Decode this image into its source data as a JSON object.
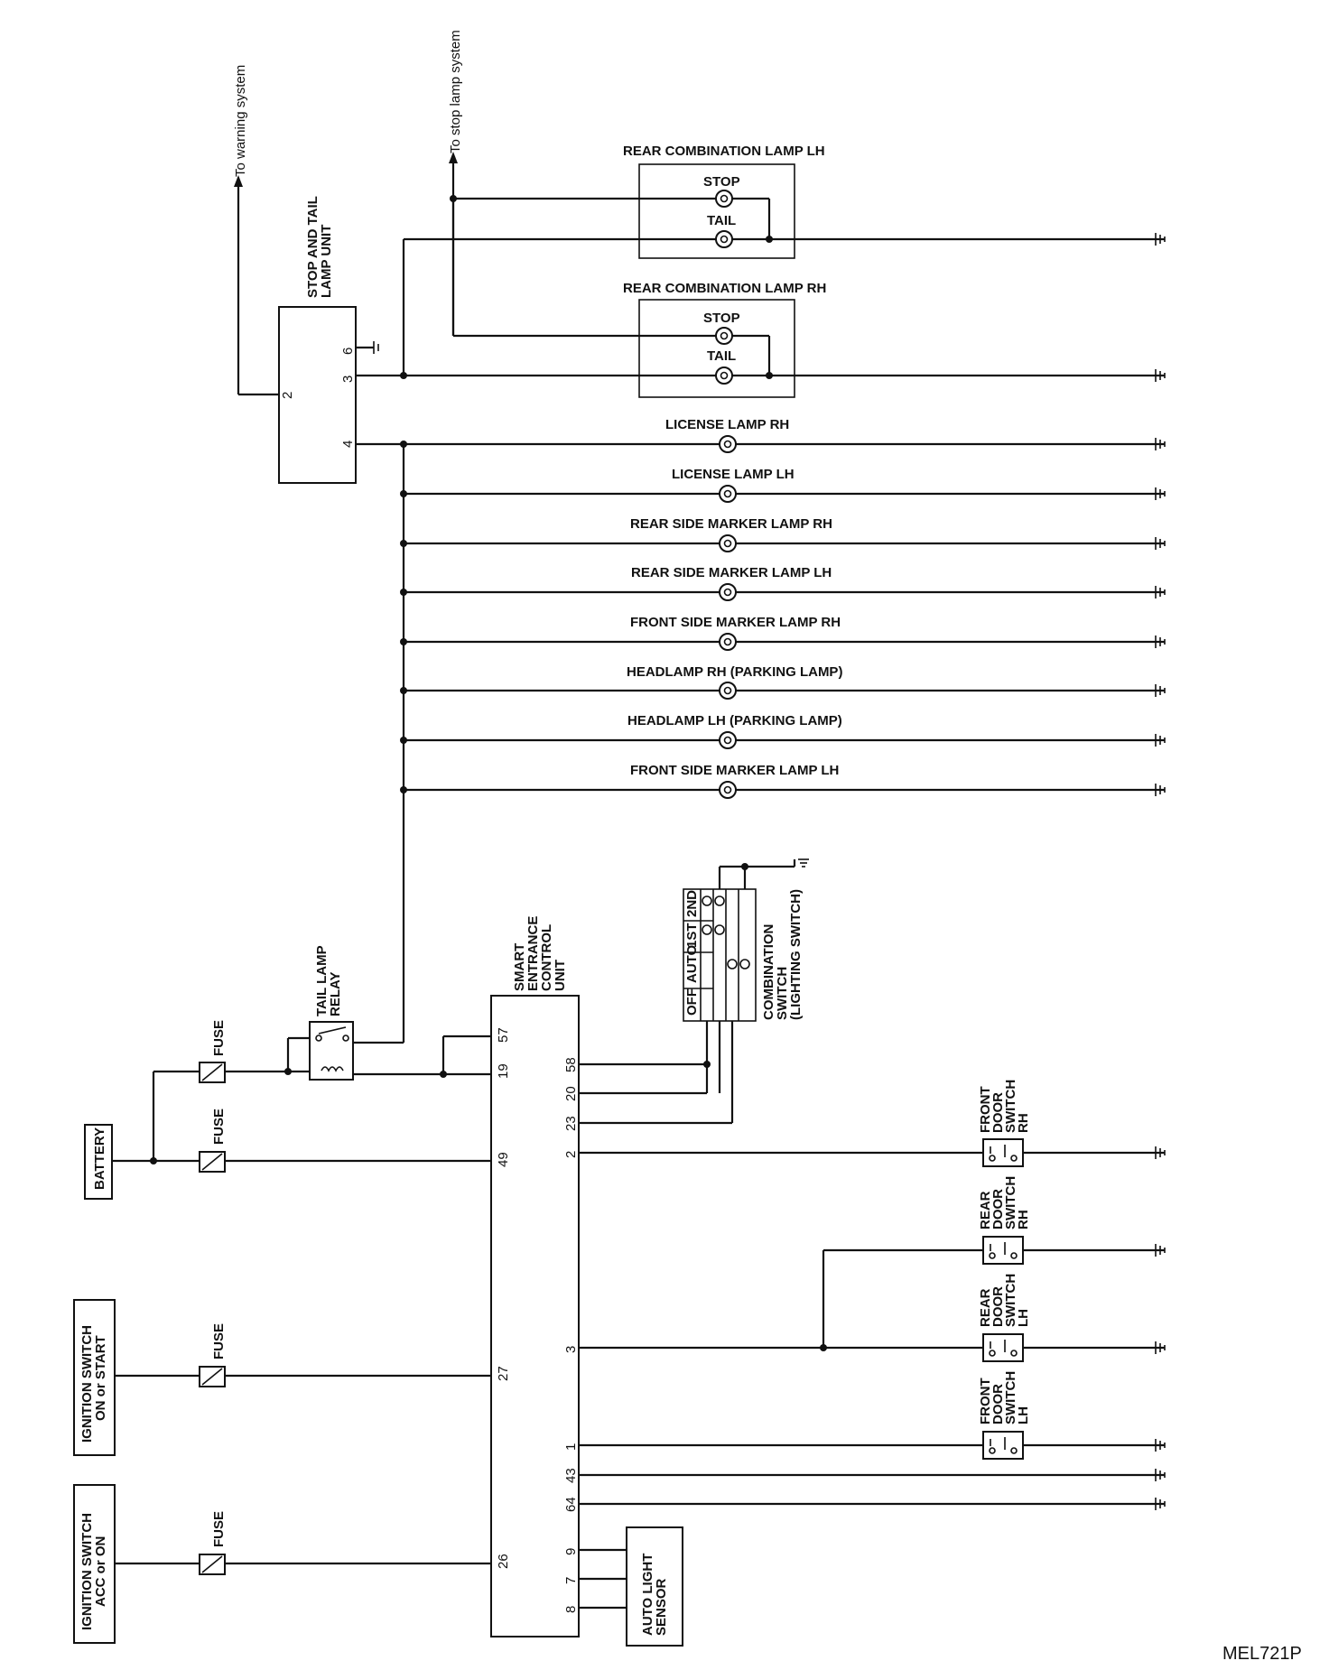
{
  "arrows": {
    "warning": "To warning system",
    "stop": "To stop lamp system"
  },
  "stop_tail_unit": {
    "label_l1": "STOP AND TAIL",
    "label_l2": "LAMP UNIT",
    "pins": [
      "2",
      "6",
      "3",
      "4"
    ]
  },
  "rear_lh": {
    "title": "REAR COMBINATION LAMP LH",
    "stop": "STOP",
    "tail": "TAIL"
  },
  "rear_rh": {
    "title": "REAR COMBINATION LAMP RH",
    "stop": "STOP",
    "tail": "TAIL"
  },
  "lamps": [
    "LICENSE LAMP RH",
    "LICENSE LAMP LH",
    "REAR SIDE MARKER LAMP RH",
    "REAR SIDE MARKER LAMP LH",
    "FRONT SIDE MARKER LAMP RH",
    "HEADLAMP RH (PARKING LAMP)",
    "HEADLAMP LH (PARKING LAMP)",
    "FRONT SIDE MARKER LAMP LH"
  ],
  "combination_switch": {
    "l1": "COMBINATION",
    "l2": "SWITCH",
    "l3": "(LIGHTING SWITCH)",
    "headers": [
      "OFF",
      "AUTO",
      "1ST",
      "2ND"
    ]
  },
  "control_unit": {
    "l1": "SMART",
    "l2": "ENTRANCE",
    "l3": "CONTROL",
    "l4": "UNIT",
    "left_pins": [
      "57",
      "19",
      "49",
      "27",
      "26"
    ],
    "right_pins": [
      "58",
      "20",
      "23",
      "2",
      "3",
      "1",
      "43",
      "64",
      "9",
      "7",
      "8"
    ]
  },
  "tail_relay": {
    "l1": "TAIL LAMP",
    "l2": "RELAY"
  },
  "fuse_label": "FUSE",
  "battery": "BATTERY",
  "ign_start": {
    "l1": "IGNITION SWITCH",
    "l2": "ON or START"
  },
  "ign_acc": {
    "l1": "IGNITION SWITCH",
    "l2": "ACC or ON"
  },
  "door_switches": [
    {
      "l1": "FRONT",
      "l2": "DOOR",
      "l3": "SWITCH",
      "l4": "RH"
    },
    {
      "l1": "REAR",
      "l2": "DOOR",
      "l3": "SWITCH",
      "l4": "RH"
    },
    {
      "l1": "REAR",
      "l2": "DOOR",
      "l3": "SWITCH",
      "l4": "LH"
    },
    {
      "l1": "FRONT",
      "l2": "DOOR",
      "l3": "SWITCH",
      "l4": "LH"
    }
  ],
  "auto_light_sensor": {
    "l1": "AUTO LIGHT",
    "l2": "SENSOR"
  },
  "figure_code": "MEL721P"
}
